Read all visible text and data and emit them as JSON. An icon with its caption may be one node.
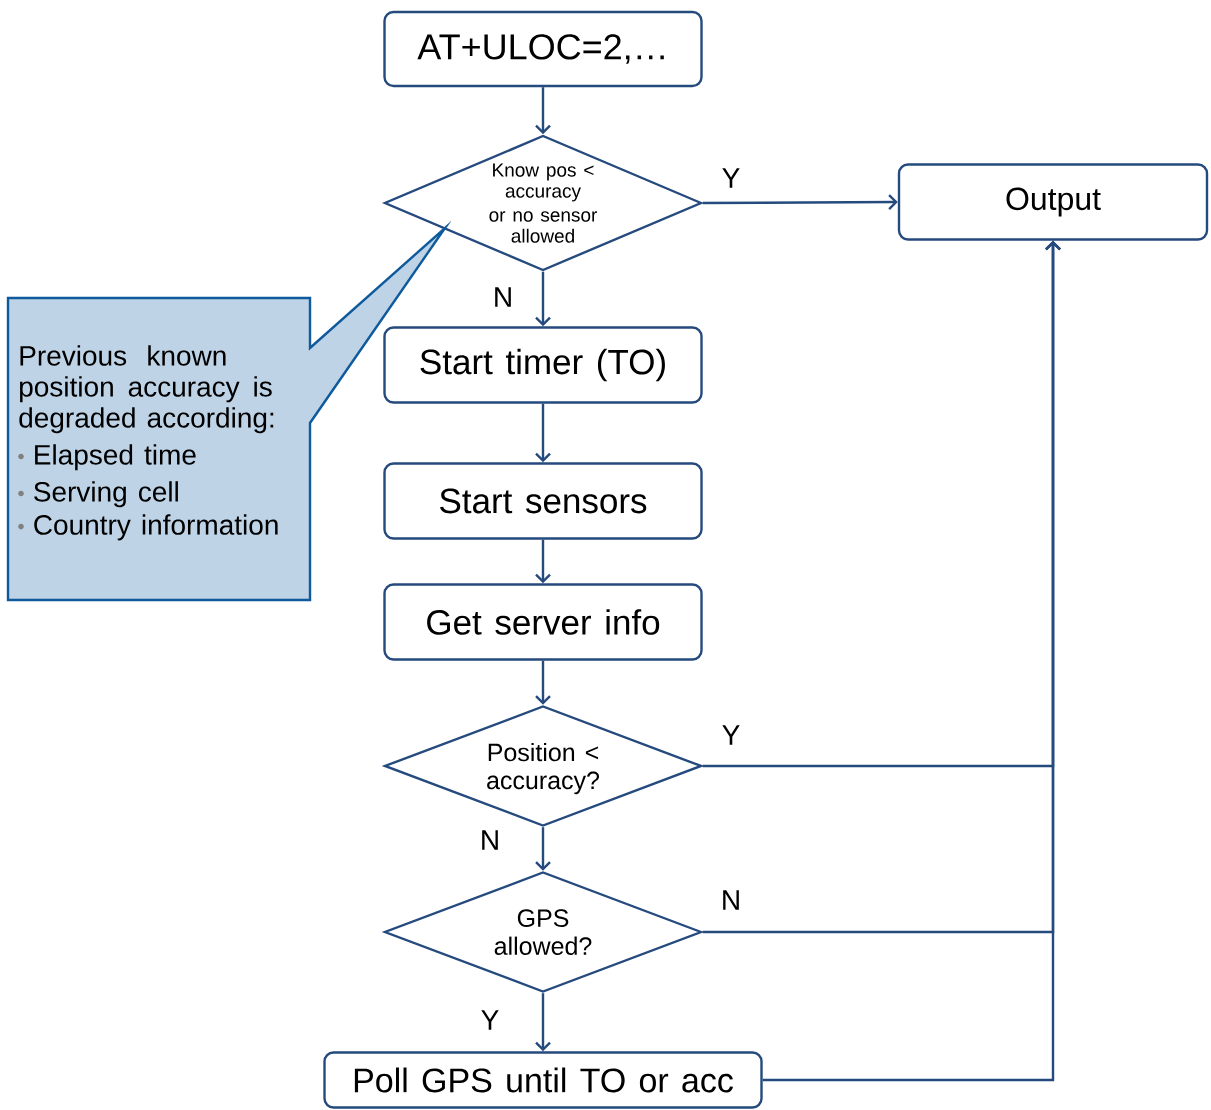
{
  "diagram": {
    "nodes": [
      {
        "text": [
          "AT+ULOC=2,…"
        ]
      },
      {
        "text": [
          "Know pos < accuracy",
          "or no sensor allowed"
        ]
      },
      {
        "text": [
          "Output"
        ]
      },
      {
        "text": [
          "Start timer (TO)"
        ]
      },
      {
        "text": [
          "Start sensors"
        ]
      },
      {
        "text": [
          "Get server info"
        ]
      },
      {
        "text": [
          "Position < accuracy?"
        ]
      },
      {
        "text": [
          "GPS allowed?"
        ]
      },
      {
        "text": [
          "Poll GPS until TO or acc"
        ]
      },
      {
        "text": [
          "Previous known position accuracy is degraded according:",
          "Elapsed time",
          "Serving cell",
          "Country information"
        ]
      }
    ],
    "edges": [
      {
        "from": 0,
        "to": 1,
        "arrow": "to"
      },
      {
        "from": 1,
        "to": 2,
        "arrow": "to",
        "label": "Y"
      },
      {
        "from": 1,
        "to": 3,
        "arrow": "to",
        "label": "N"
      },
      {
        "from": 3,
        "to": 4,
        "arrow": "to"
      },
      {
        "from": 4,
        "to": 5,
        "arrow": "to"
      },
      {
        "from": 5,
        "to": 6,
        "arrow": "to"
      },
      {
        "from": 6,
        "to": 2,
        "arrow": "to",
        "label": "Y"
      },
      {
        "from": 6,
        "to": 7,
        "arrow": "to",
        "label": "N"
      },
      {
        "from": 7,
        "to": 2,
        "arrow": "to",
        "label": "N"
      },
      {
        "from": 7,
        "to": 8,
        "arrow": "to",
        "label": "Y"
      },
      {
        "from": 8,
        "to": 2,
        "arrow": "to"
      }
    ]
  }
}
